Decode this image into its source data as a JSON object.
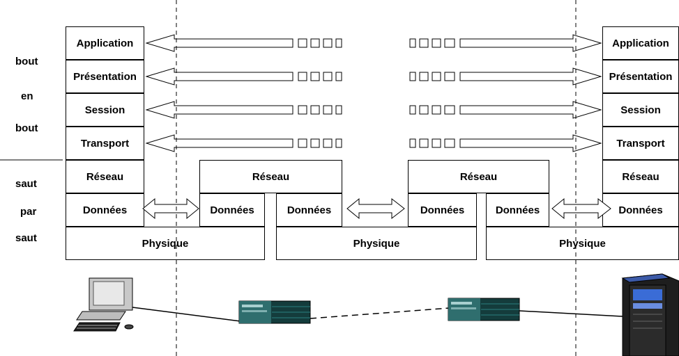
{
  "layers": {
    "application": "Application",
    "presentation": "Présentation",
    "session": "Session",
    "transport": "Transport",
    "reseau": "Réseau",
    "donnees": "Données",
    "physique": "Physique"
  },
  "side_labels": {
    "bout": "bout",
    "en": "en",
    "bout2": "bout",
    "saut": "saut",
    "par": "par",
    "saut2": "saut"
  },
  "icons": {
    "client": "computer-icon",
    "router1": "router-icon",
    "router2": "router-icon",
    "server": "server-icon"
  }
}
